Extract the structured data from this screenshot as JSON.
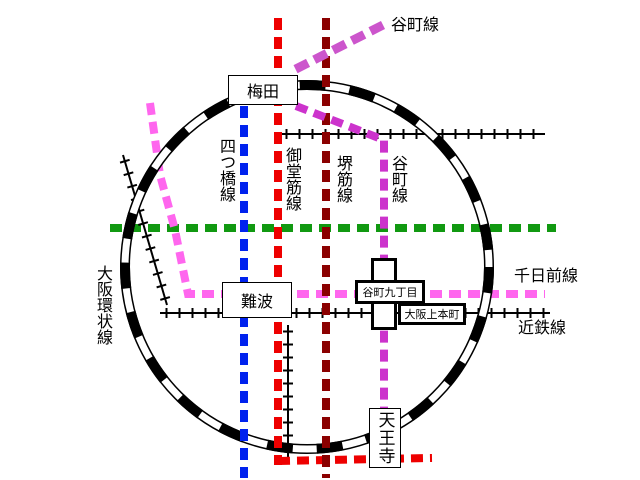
{
  "lines": {
    "tanimachi": {
      "label": "谷町線",
      "vertical_label": "谷町線",
      "color": "#cc33cc",
      "color_upper": "#cc55cc"
    },
    "midosuji": {
      "label": "御堂筋線",
      "color": "#ee0000"
    },
    "sakaisuji": {
      "label": "堺筋線",
      "color": "#8b0000"
    },
    "yotsubashi": {
      "label": "四つ橋線",
      "color": "#0022ee"
    },
    "chuo": {
      "color": "#119911"
    },
    "sennichimae": {
      "label": "千日前線",
      "color": "#ff66ee"
    },
    "kintetsu": {
      "label": "近鉄線",
      "color": "#000000"
    },
    "loop": {
      "label": "大阪環状線",
      "color": "#000000"
    }
  },
  "stations": {
    "umeda": {
      "label": "梅田"
    },
    "namba": {
      "label": "難波"
    },
    "tennoji": {
      "label": "天王寺"
    },
    "tanimachi9": {
      "label": "谷町九丁目"
    },
    "uehonmachi": {
      "label": "大阪上本町"
    }
  }
}
